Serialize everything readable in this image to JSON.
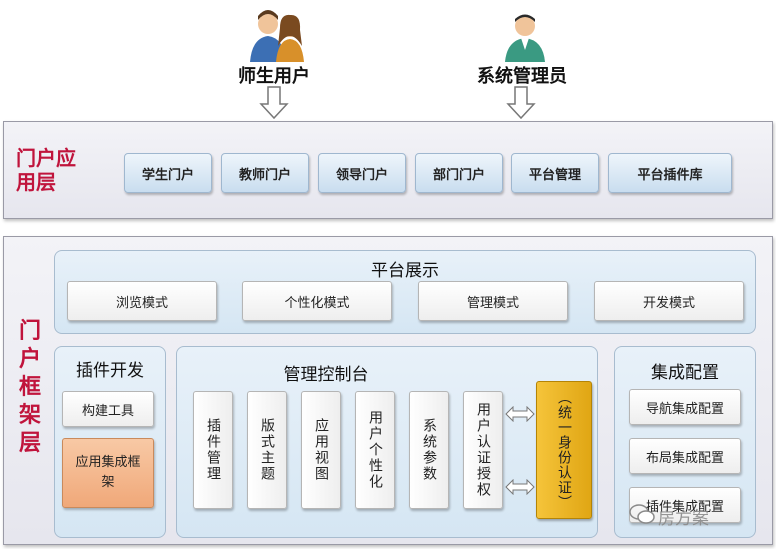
{
  "users": {
    "teacher_student": "师生用户",
    "sysadmin": "系统管理员"
  },
  "app_layer": {
    "title_line1": "门户应",
    "title_line2": "用层",
    "buttons": [
      "学生门户",
      "教师门户",
      "领导门户",
      "部门门户",
      "平台管理",
      "平台插件库"
    ]
  },
  "framework_layer": {
    "title": "门户框架层",
    "platform_display": {
      "title": "平台展示",
      "modes": [
        "浏览模式",
        "个性化模式",
        "管理模式",
        "开发模式"
      ]
    },
    "plugin_dev": {
      "title": "插件开发",
      "items": [
        "构建工具",
        "应用集成框架"
      ]
    },
    "console": {
      "title": "管理控制台",
      "items": [
        "插件管理",
        "版式主题",
        "应用视图",
        "用户个性化",
        "系统参数",
        "用户认证授权"
      ],
      "sso": "（统一身份认证）"
    },
    "integration": {
      "title": "集成配置",
      "items": [
        "导航集成配置",
        "布局集成配置",
        "插件集成配置"
      ]
    }
  },
  "watermark": "房方案",
  "colors": {
    "layer_title": "#c0143c",
    "accent_orange": "#f0a879",
    "accent_gold": "#e0a614",
    "panel_blue": "#d5e6f3"
  }
}
